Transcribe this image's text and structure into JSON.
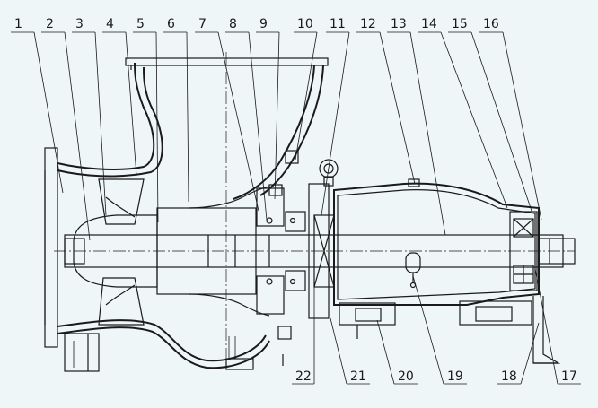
{
  "callouts_top": [
    "1",
    "2",
    "3",
    "4",
    "5",
    "6",
    "7",
    "8",
    "9",
    "10",
    "11",
    "12",
    "13",
    "14",
    "15",
    "16"
  ],
  "callouts_bottom": [
    "22",
    "21",
    "20",
    "19",
    "18",
    "17"
  ]
}
